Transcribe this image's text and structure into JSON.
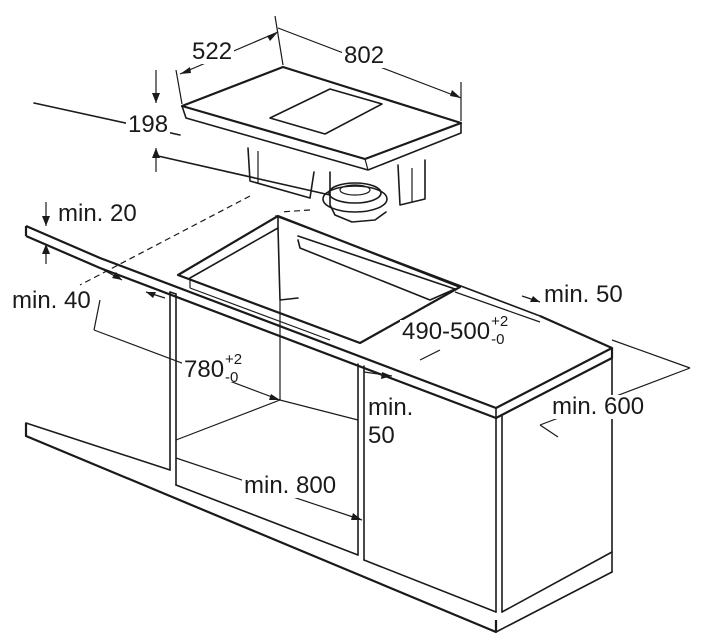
{
  "diagram": {
    "hob": {
      "width": "802",
      "depth": "522",
      "height": "198"
    },
    "clearances": {
      "min_top": "min. 20",
      "min_front": "min. 40",
      "min_rear": "min. 50",
      "min_side": "min. 50",
      "min_cabinet_width": "min. 800",
      "min_worktop_depth": "min. 600"
    },
    "cutout": {
      "width_value": "780",
      "width_tol_plus": "+2",
      "width_tol_minus": "-0",
      "depth_value": "490-500",
      "depth_tol_plus": "+2",
      "depth_tol_minus": "-0"
    }
  }
}
